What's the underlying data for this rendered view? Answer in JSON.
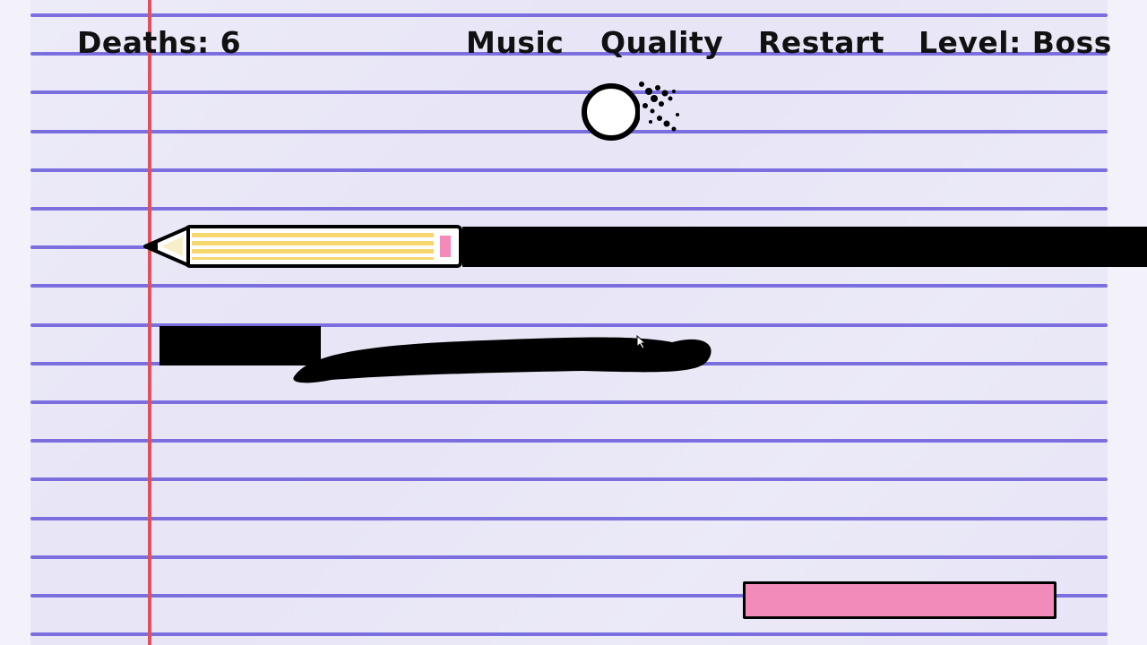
{
  "hud": {
    "deaths_label": "Deaths: 6",
    "music_label": "Music",
    "quality_label": "Quality",
    "restart_label": "Restart",
    "level_label": "Level: Boss"
  },
  "colors": {
    "paper": "#e7e5f6",
    "rule_line": "#7b6fe0",
    "margin_line": "#e2505e",
    "ink": "#000000",
    "goal": "#f28bb9",
    "pencil_body": "#f5d76e",
    "pencil_eraser": "#f28bb9"
  },
  "icons": {
    "player": "ball-player-icon",
    "pencil": "pencil-icon",
    "cursor": "mouse-cursor-icon"
  }
}
